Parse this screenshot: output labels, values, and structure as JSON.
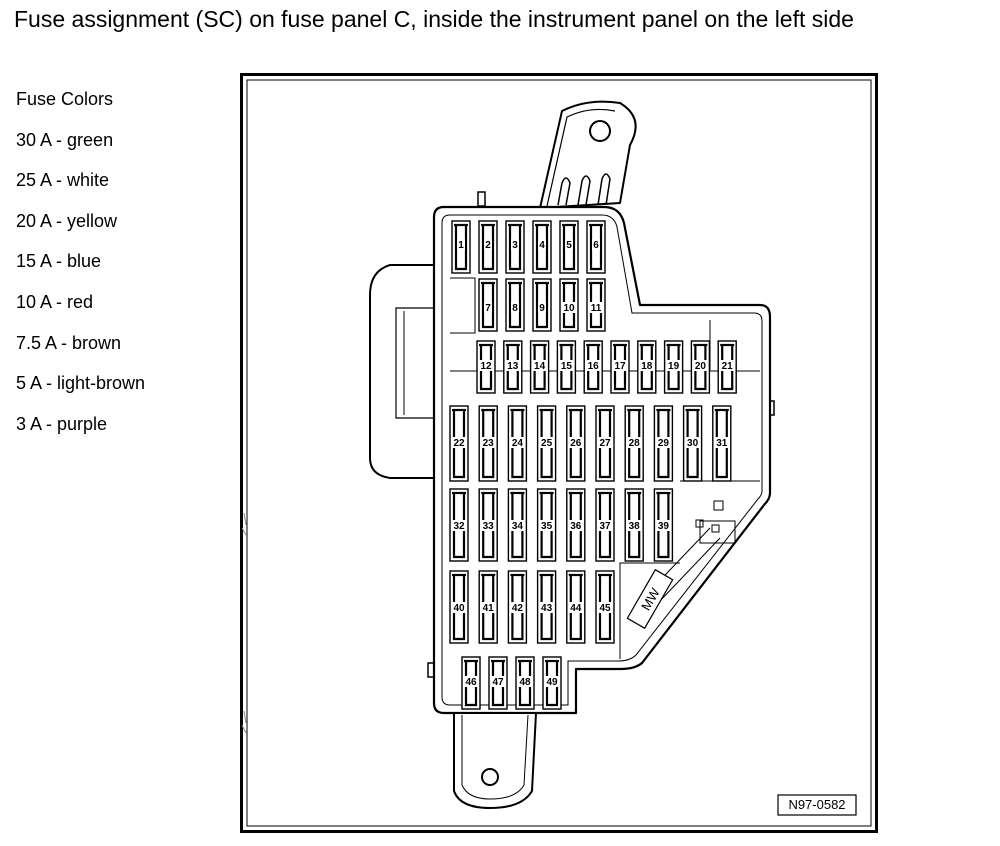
{
  "title": "Fuse assignment (SC) on fuse panel C, inside the instrument panel on the left side",
  "legend": {
    "heading": "Fuse Colors",
    "items": [
      {
        "rating": "30 A",
        "color": "green",
        "text": "30 A - green"
      },
      {
        "rating": "25 A",
        "color": "white",
        "text": "25 A - white"
      },
      {
        "rating": "20 A",
        "color": "yellow",
        "text": "20 A - yellow"
      },
      {
        "rating": "15 A",
        "color": "blue",
        "text": "15 A - blue"
      },
      {
        "rating": "10 A",
        "color": "red",
        "text": "10 A - red"
      },
      {
        "rating": "7.5 A",
        "color": "brown",
        "text": "7.5 A - brown"
      },
      {
        "rating": "5 A",
        "color": "light-brown",
        "text": "5 A - light-brown"
      },
      {
        "rating": "3 A",
        "color": "purple",
        "text": "3 A - purple"
      }
    ]
  },
  "figure": {
    "reference_code": "N97-0582",
    "fuse_rows": [
      [
        "1",
        "2",
        "3",
        "4",
        "5",
        "6"
      ],
      [
        "7",
        "8",
        "9",
        "10",
        "11"
      ],
      [
        "12",
        "13",
        "14",
        "15",
        "16",
        "17",
        "18",
        "19",
        "20",
        "21"
      ],
      [
        "22",
        "23",
        "24",
        "25",
        "26",
        "27",
        "28",
        "29",
        "30",
        "31"
      ],
      [
        "32",
        "33",
        "34",
        "35",
        "36",
        "37",
        "38",
        "39"
      ],
      [
        "40",
        "41",
        "42",
        "43",
        "44",
        "45"
      ],
      [
        "46",
        "47",
        "48",
        "49"
      ]
    ]
  }
}
